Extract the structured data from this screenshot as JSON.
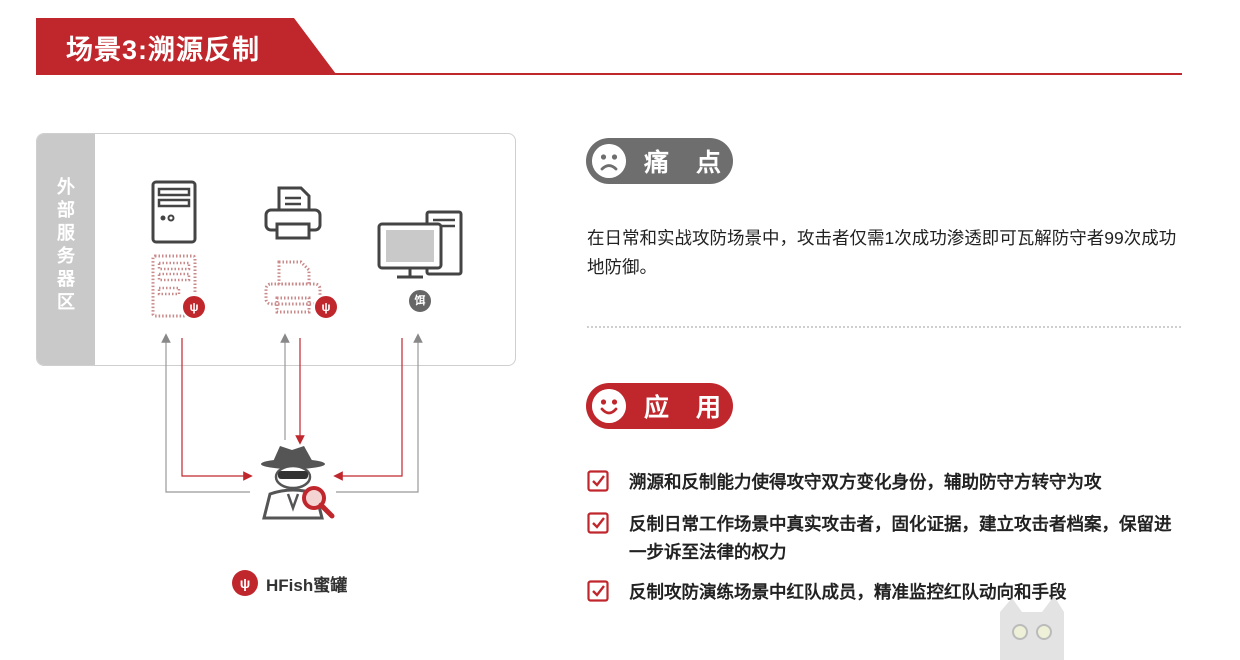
{
  "header": {
    "title": "场景3:溯源反制"
  },
  "zone": {
    "label_chars": [
      "外",
      "部",
      "服",
      "务",
      "器",
      "区"
    ],
    "bait_badge": "饵"
  },
  "hfish": {
    "label": "HFish蜜罐"
  },
  "pain": {
    "title": "痛 点",
    "text": "在日常和实战攻防场景中，攻击者仅需1次成功渗透即可瓦解防守者99次成功地防御。"
  },
  "application": {
    "title": "应 用",
    "items": [
      "溯源和反制能力使得攻守双方变化身份，辅助防守方转守为攻",
      "反制日常工作场景中真实攻击者，固化证据，建立攻击者档案，保留进一步诉至法律的权力",
      "反制攻防演练场景中红队成员，精准监控红队动向和手段"
    ]
  },
  "colors": {
    "accent": "#c0272d",
    "gray_pill": "#6e6e6e",
    "zone_side": "#c9c9c9"
  },
  "icons": [
    "server-icon",
    "printer-icon",
    "computer-icon",
    "honeypot-icon",
    "hacker-icon",
    "checkbox-icon"
  ]
}
